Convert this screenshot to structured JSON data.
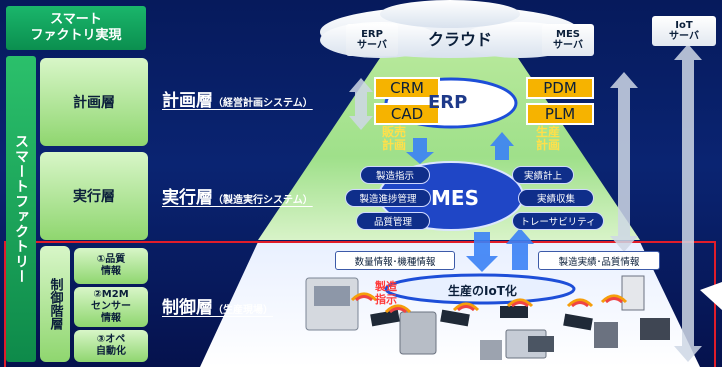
{
  "left_panel": {
    "top_title": "スマート\nファクトリ実現",
    "vertical_label": "スマートファクトリー",
    "layers": {
      "plan": "計画層",
      "exec": "実行層",
      "control": "制御階層"
    },
    "control_items": [
      "①品質\n情報",
      "②M2M\nセンサー\n情報",
      "③オペ\n自動化"
    ]
  },
  "layer_titles": {
    "plan": {
      "main": "計画層",
      "sub": "（経営計画システム）"
    },
    "exec": {
      "main": "実行層",
      "sub": "（製造実行システム）"
    },
    "control": {
      "main": "制御層",
      "sub": "（生産現場）"
    }
  },
  "cloud": {
    "label": "クラウド",
    "servers": [
      "ERP\nサーバ",
      "MES\nサーバ",
      "IoT\nサーバ"
    ]
  },
  "plan_layer": {
    "left_boxes": [
      "CRM",
      "CAD"
    ],
    "right_boxes": [
      "PDM",
      "PLM"
    ],
    "center": "ERP",
    "left_tag": "販売\n計画",
    "right_tag": "生産\n計画"
  },
  "exec_layer": {
    "center": "MES",
    "left_pills": [
      "製造指示",
      "製造進捗管理",
      "品質管理"
    ],
    "right_pills": [
      "実績計上",
      "実績収集",
      "トレーサビリティ"
    ]
  },
  "control_layer": {
    "callout_left": "数量情報･機種情報",
    "callout_right": "製造実績･品質情報",
    "red_label": "製造\n指示",
    "center": "生産のIoT化"
  },
  "colors": {
    "background": "#05124d",
    "green": "#1ab66b",
    "orange": "#f6b300",
    "red_line": "#e11d2a",
    "arrow_blue": "#3b82f6",
    "pyramid_green": "#b6e89a"
  }
}
